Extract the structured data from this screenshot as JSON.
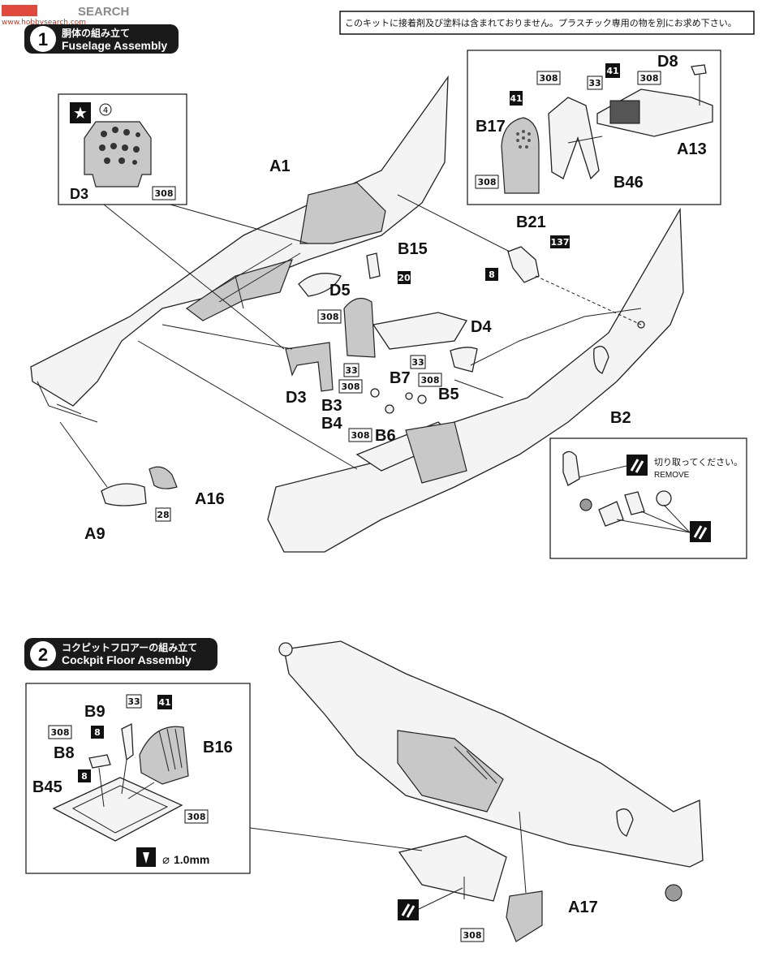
{
  "watermark": {
    "brand": "SEARCH",
    "site": "www.hobbysearch.com"
  },
  "notice": "このキットに接着剤及び塗料は含まれておりません。プラスチック専用の物を別にお求め下さい。",
  "step1": {
    "number": "1",
    "title_jp": "胴体の組み立て",
    "title_en": "Fuselage Assembly"
  },
  "step2": {
    "number": "2",
    "title_jp": "コクピットフロアーの組み立て",
    "title_en": "Cockpit Floor Assembly"
  },
  "decal_marker": "4",
  "remove_note": {
    "jp": "切り取ってください。",
    "en": "REMOVE"
  },
  "drill_size": "1.0mm",
  "parts": {
    "A1": "A1",
    "D3": "D3",
    "D3b": "D3",
    "B15": "B15",
    "D5": "D5",
    "B17": "B17",
    "A13": "A13",
    "D8": "D8",
    "B46": "B46",
    "B21": "B21",
    "D4": "D4",
    "B2": "B2",
    "B3": "B3",
    "B4": "B4",
    "B5": "B5",
    "B6": "B6",
    "B7": "B7",
    "A9": "A9",
    "A16": "A16",
    "B9": "B9",
    "B8": "B8",
    "B16": "B16",
    "B45": "B45",
    "A17": "A17"
  },
  "codes": {
    "c308_d3": "308",
    "c20": "20",
    "c308_seatback": "308",
    "c33_b3": "33",
    "c308_b3": "308",
    "c33_b7": "33",
    "c308_b5": "308",
    "c308_b6": "308",
    "c28": "28",
    "c41_b17": "41",
    "c308_b17": "308",
    "c308_b46": "308",
    "c33_a13": "33",
    "c41_a13": "41",
    "c308_a13": "308",
    "c137": "137",
    "c8_b21": "8",
    "c33_b9": "33",
    "c41_b16": "41",
    "c308_b8": "308",
    "c8_b9": "8",
    "c8_b8": "8",
    "c308_b45": "308",
    "c308_a17": "308"
  }
}
